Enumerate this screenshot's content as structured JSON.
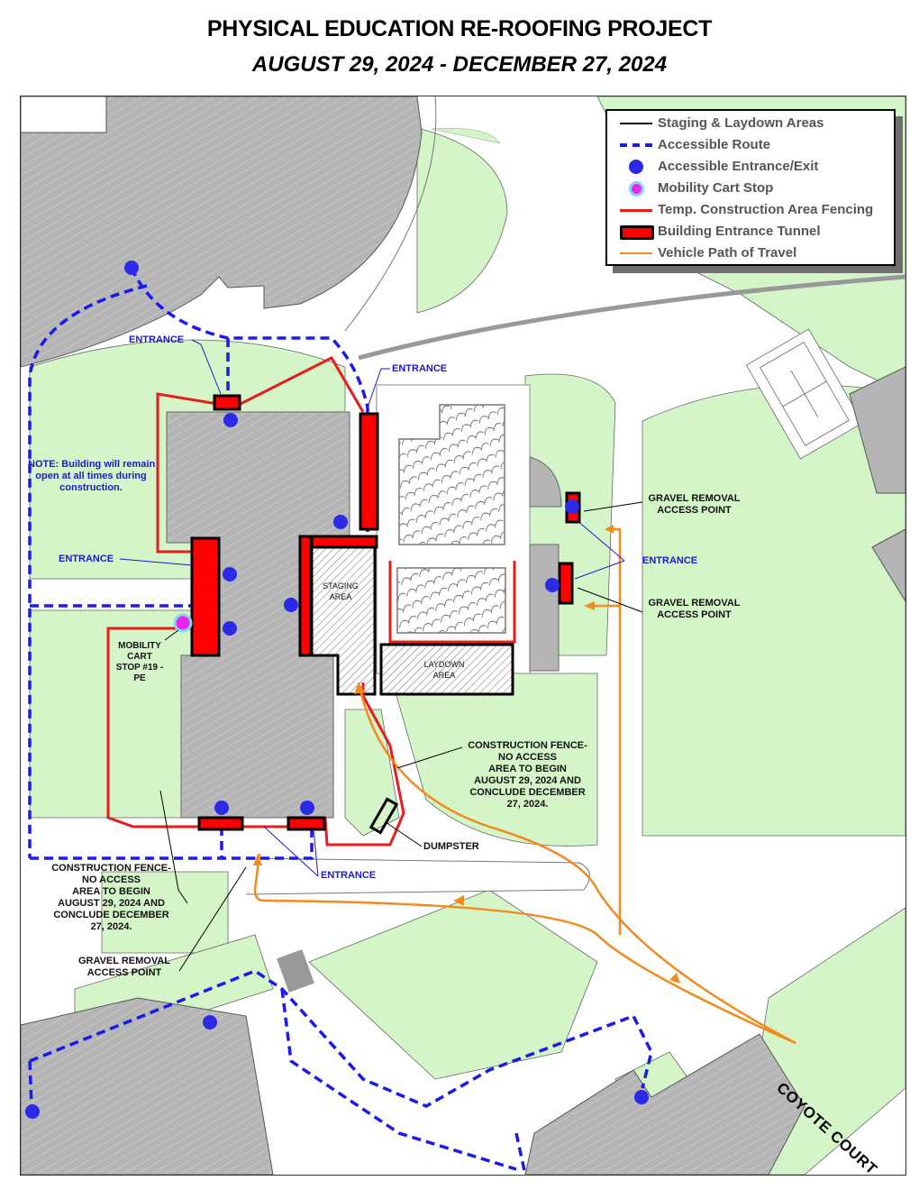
{
  "header": {
    "title": "PHYSICAL EDUCATION RE-ROOFING PROJECT",
    "subtitle": "AUGUST 29, 2024 - DECEMBER 27, 2024"
  },
  "legend": {
    "items": [
      {
        "label": "Staging & Laydown Areas",
        "symbol": "black-line",
        "color": "#000000"
      },
      {
        "label": "Accessible Route",
        "symbol": "blue-dashed-line",
        "color": "#1a1aee"
      },
      {
        "label": "Accessible Entrance/Exit",
        "symbol": "blue-dot",
        "color": "#2a2ae8"
      },
      {
        "label": "Mobility Cart Stop",
        "symbol": "magenta-dot-cyan-ring",
        "color": "#ee22ee"
      },
      {
        "label": "Temp. Construction Area Fencing",
        "symbol": "red-line",
        "color": "#e81c1c"
      },
      {
        "label": "Building Entrance Tunnel",
        "symbol": "red-box-black-border",
        "color": "#ff0000"
      },
      {
        "label": "Vehicle Path of Travel",
        "symbol": "orange-line",
        "color": "#f28a1e"
      }
    ]
  },
  "labels": {
    "entrance_top_left": "ENTRANCE",
    "entrance_top_mid": "ENTRANCE",
    "entrance_left": "ENTRANCE",
    "entrance_right": "ENTRANCE",
    "entrance_bottom": "ENTRANCE",
    "note_line1": "NOTE: Building will remain",
    "note_line2": "open at all times during",
    "note_line3": "construction.",
    "mobility_line1": "MOBILITY",
    "mobility_line2": "CART",
    "mobility_line3": "STOP #19 -",
    "mobility_line4": "PE",
    "staging_line1": "STAGING",
    "staging_line2": "AREA",
    "laydown_line1": "LAYDOWN",
    "laydown_line2": "AREA",
    "gravel_upper_line1": "GRAVEL REMOVAL",
    "gravel_upper_line2": "ACCESS POINT",
    "gravel_lower_line1": "GRAVEL REMOVAL",
    "gravel_lower_line2": "ACCESS POINT",
    "gravel_bottom_line1": "GRAVEL REMOVAL",
    "gravel_bottom_line2": "ACCESS POINT",
    "fence_right_line1": "CONSTRUCTION FENCE-",
    "fence_right_line2": "NO ACCESS",
    "fence_right_line3": "AREA TO BEGIN",
    "fence_right_line4": "AUGUST 29, 2024 AND",
    "fence_right_line5": "CONCLUDE  DECEMBER",
    "fence_right_line6": "27, 2024.",
    "fence_left_line1": "CONSTRUCTION FENCE-",
    "fence_left_line2": "NO ACCESS",
    "fence_left_line3": "AREA TO BEGIN",
    "fence_left_line4": "AUGUST 29, 2024 AND",
    "fence_left_line5": "CONCLUDE  DECEMBER",
    "fence_left_line6": "27, 2024.",
    "dumpster": "DUMPSTER",
    "street": "COYOTE COURT"
  },
  "colors": {
    "grass": "#d4f5c8",
    "building": "#b8b8b8",
    "fence": "#e81c1c",
    "route": "#1a1aee",
    "vehicle": "#f28a1e",
    "tunnel": "#ff0000"
  }
}
